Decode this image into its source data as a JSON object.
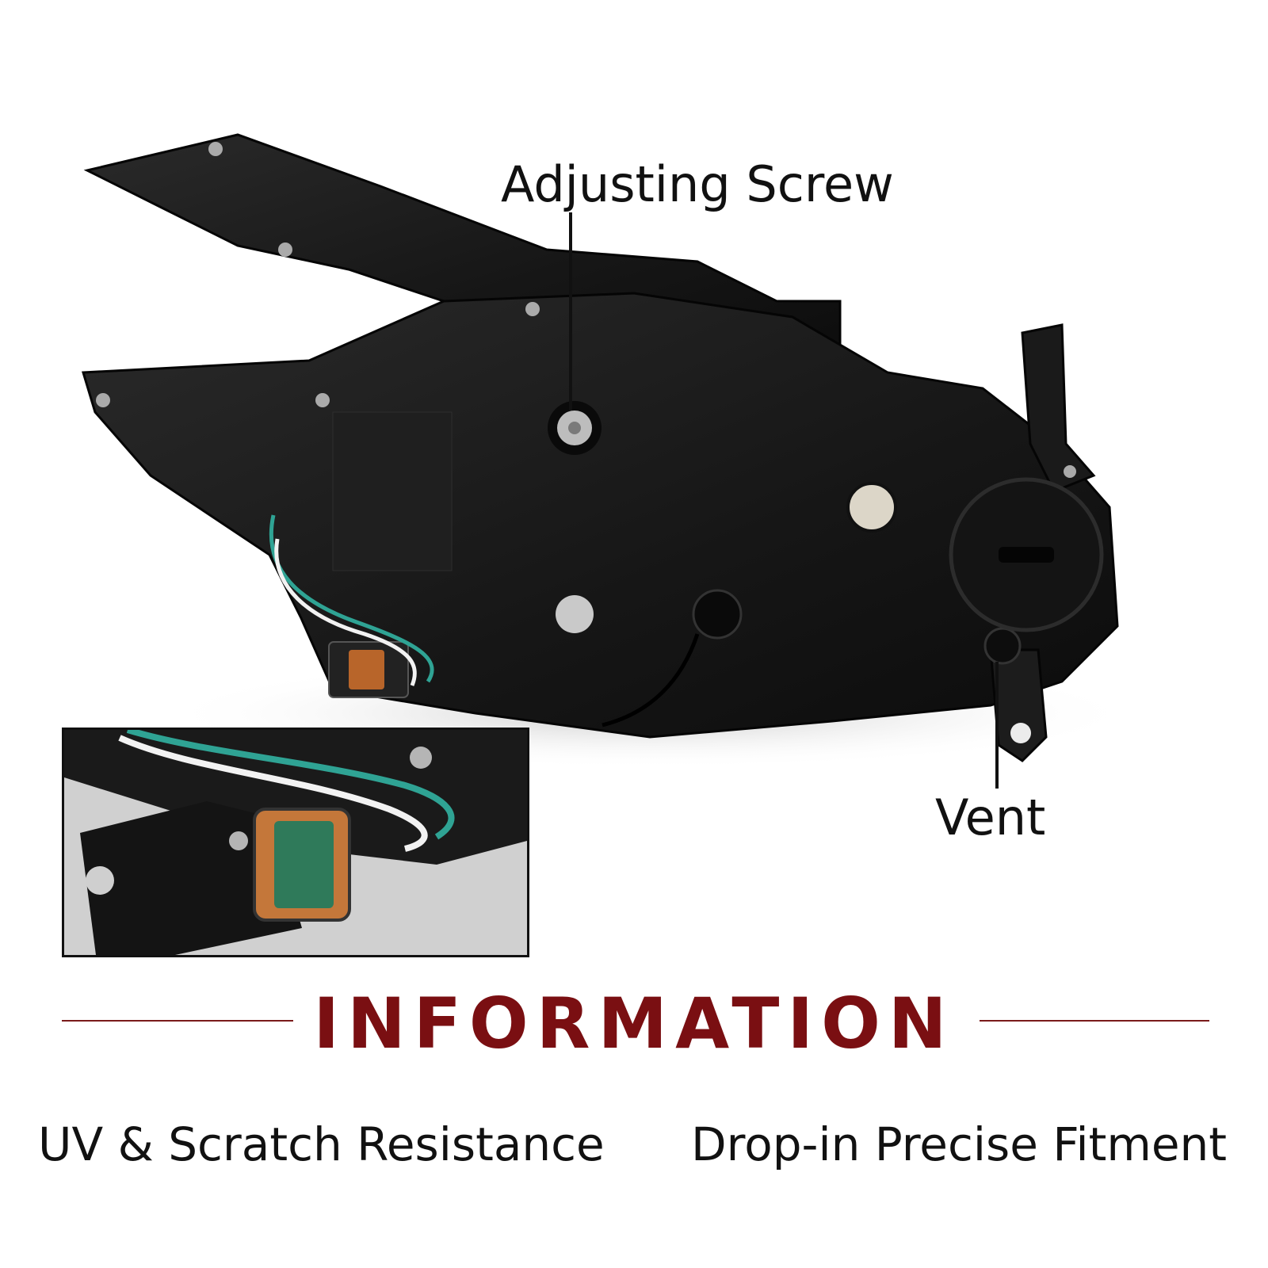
{
  "callouts": {
    "adjusting_screw": "Adjusting Screw",
    "vent": "Vent"
  },
  "section": {
    "title": "INFORMATION",
    "accent_color": "#7a0f12"
  },
  "features": [
    "UV & Scratch Resistance",
    "Drop-in Precise Fitment"
  ]
}
